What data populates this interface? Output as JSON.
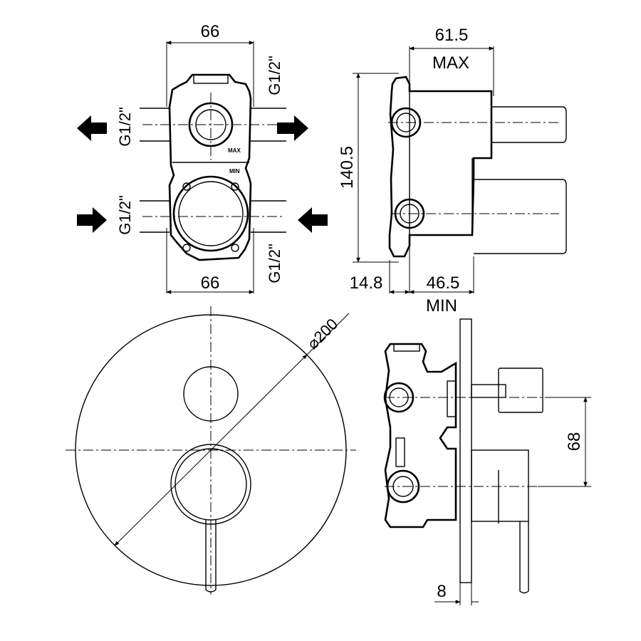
{
  "top_view": {
    "width_top": "66",
    "width_bottom": "66",
    "thread_upper_left": "G1/2\"",
    "thread_upper_right": "G1/2\"",
    "thread_lower_left": "G1/2\"",
    "thread_lower_right": "G1/2\"",
    "mark_max": "MAX",
    "mark_min": "MIN"
  },
  "side_view": {
    "depth_max": "61.5",
    "depth_max_label": "MAX",
    "height": "140.5",
    "offset": "14.8",
    "depth_min": "46.5",
    "depth_min_label": "MIN"
  },
  "front_view": {
    "diameter": "⌀200"
  },
  "assembly_view": {
    "spout_spacing": "68",
    "plate_thickness": "8"
  }
}
